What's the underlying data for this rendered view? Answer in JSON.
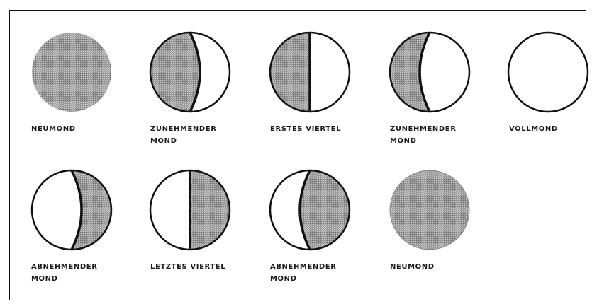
{
  "phases": [
    {
      "label": "NEUMOND",
      "shading": "full"
    },
    {
      "label": "ZUNEHMENDER\nMOND",
      "shading": "waxing-gibbous-dark"
    },
    {
      "label": "ERSTES VIERTEL",
      "shading": "left-half"
    },
    {
      "label": "ZUNEHMENDER\nMOND",
      "shading": "waxing-crescent-dark"
    },
    {
      "label": "VOLLMOND",
      "shading": "none"
    },
    {
      "label": "ABNEHMENDER\nMOND",
      "shading": "right-crescent"
    },
    {
      "label": "LETZTES VIERTEL",
      "shading": "right-half"
    },
    {
      "label": "ABNEHMENDER\nMOND",
      "shading": "right-gibbous"
    },
    {
      "label": "NEUMOND",
      "shading": "full"
    }
  ]
}
